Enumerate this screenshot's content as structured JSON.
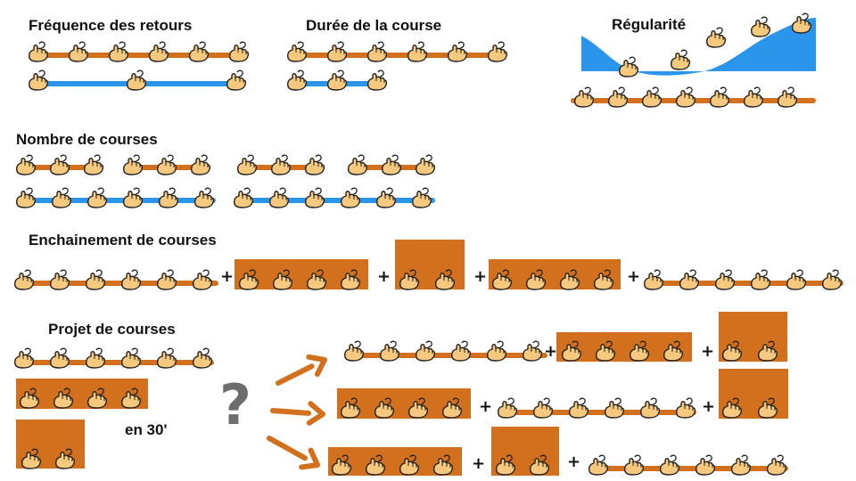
{
  "sections": {
    "frequence": "Fréquence des retours",
    "duree": "Durée de la course",
    "regularite": "Régularité",
    "nombre": "Nombre de courses",
    "enchainement": "Enchainement de courses",
    "projet": "Projet de courses"
  },
  "symbols": {
    "plus": "+",
    "question": "?"
  },
  "labels": {
    "time": "en 30'"
  },
  "colors": {
    "orange": "#d3701d",
    "blue": "#2b95ec",
    "hand_fill": "#f7c97e",
    "hand_stroke": "#222222",
    "question": "#6d6d6d"
  },
  "icons": {
    "hand": "pointing-hand-icon",
    "arrow": "arrow-icon"
  }
}
